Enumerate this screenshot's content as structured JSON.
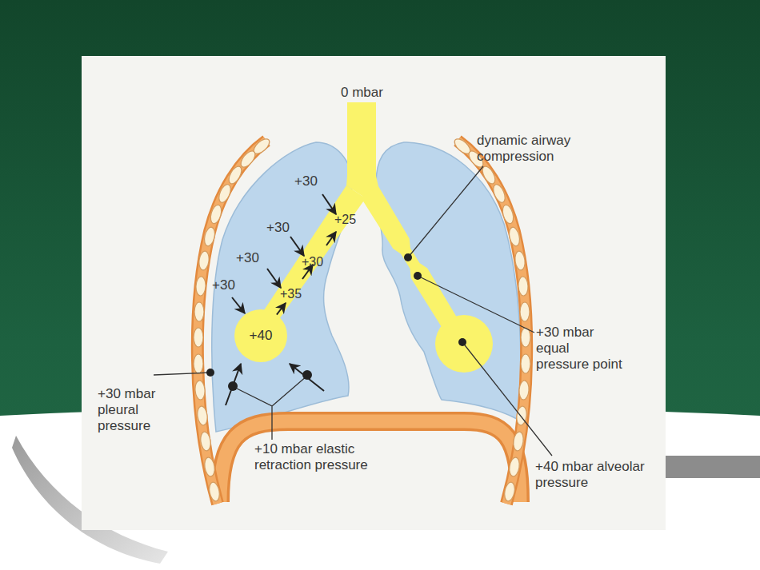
{
  "diagram": {
    "nodes": [
      {
        "text": [
          "+40"
        ]
      }
    ],
    "labels": [
      "0 mbar",
      "dynamic airway compression",
      "+30",
      "+25",
      "+30",
      "+30",
      "+30",
      "+35",
      "+30",
      "+30 mbar equal pressure point",
      "+30 mbar pleural pressure",
      "+10 mbar elastic retraction pressure",
      "+40 mbar alveolar pressure"
    ]
  }
}
